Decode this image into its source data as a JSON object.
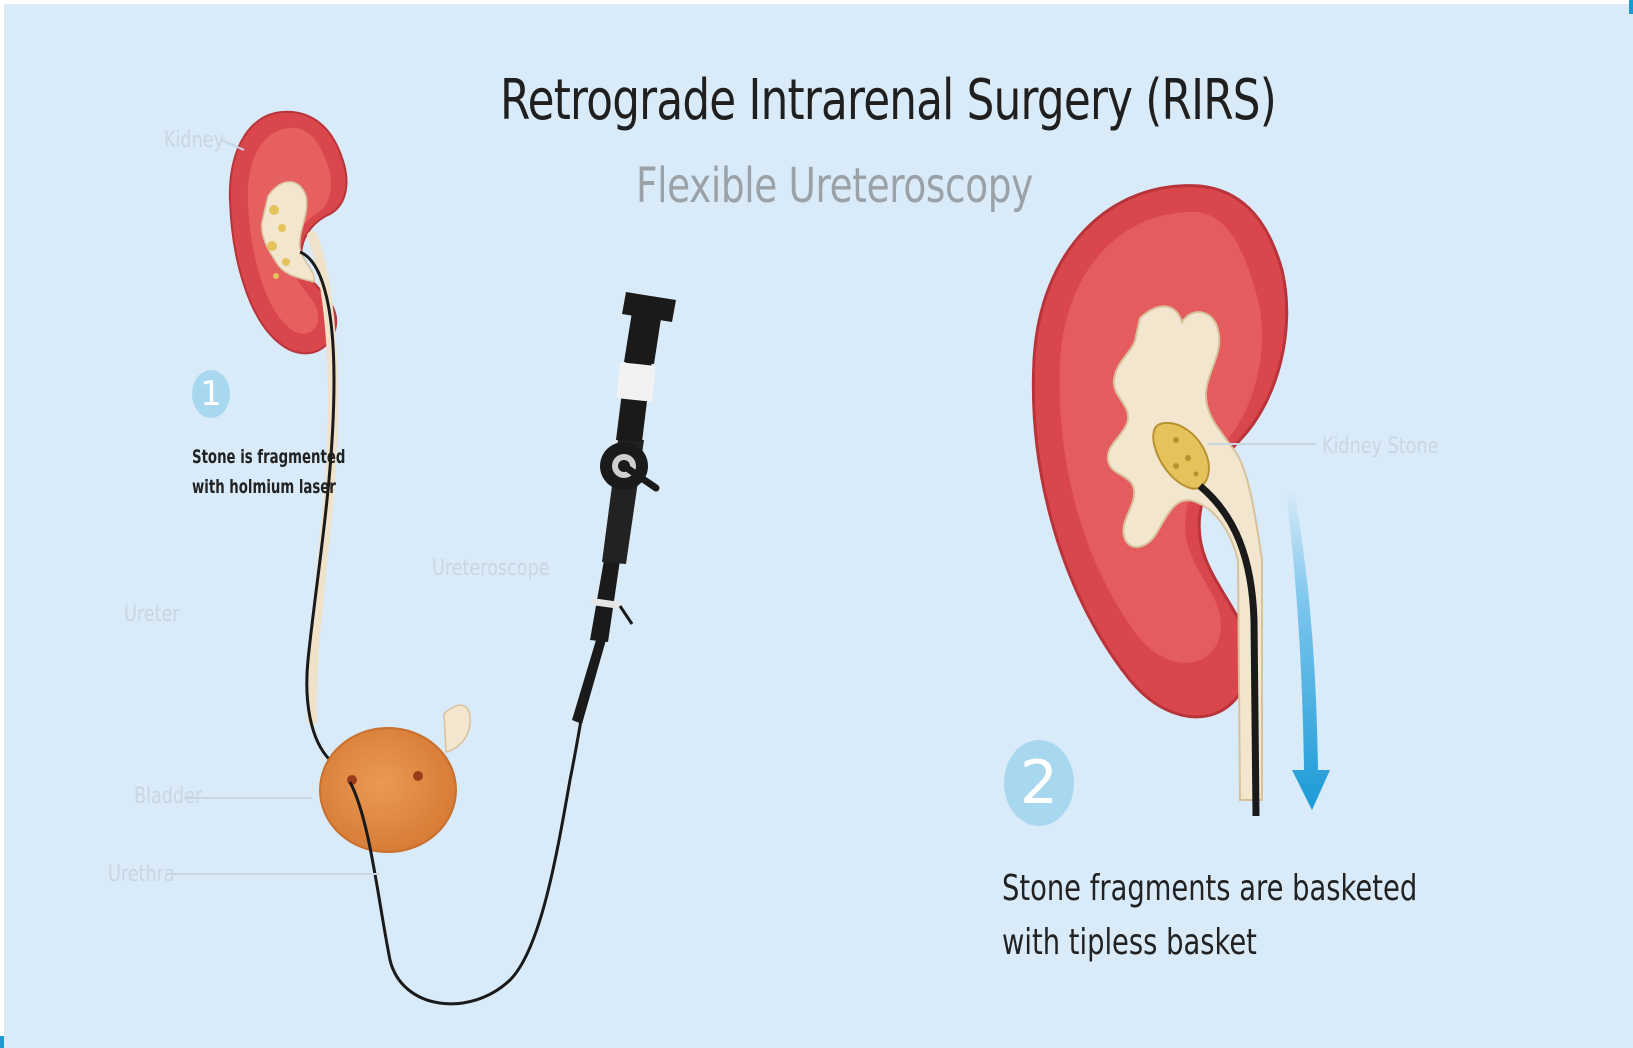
{
  "title": "Retrograde Intrarenal Surgery (RIRS)",
  "subtitle": "Flexible Ureteroscopy",
  "labels": {
    "kidney_left": "Kidney",
    "ureteroscope": "Ureteroscope",
    "ureter": "Ureter",
    "bladder": "Bladder",
    "urethra": "Urethra",
    "kidney_stone": "Kidney Stone"
  },
  "steps": [
    {
      "number": "1",
      "caption_lines": [
        "Stone is fragmented",
        "with holmium laser"
      ]
    },
    {
      "number": "2",
      "caption_lines": [
        "Stone fragments are basketed",
        "with tipless basket"
      ]
    }
  ],
  "colors": {
    "background": "#d9eaf8",
    "kidney": "#d9474c",
    "kidney_inner": "#f3e6cf",
    "bladder": "#e08a45",
    "step_circle": "#a8d8f0",
    "arrow": "#1b9ad6"
  }
}
